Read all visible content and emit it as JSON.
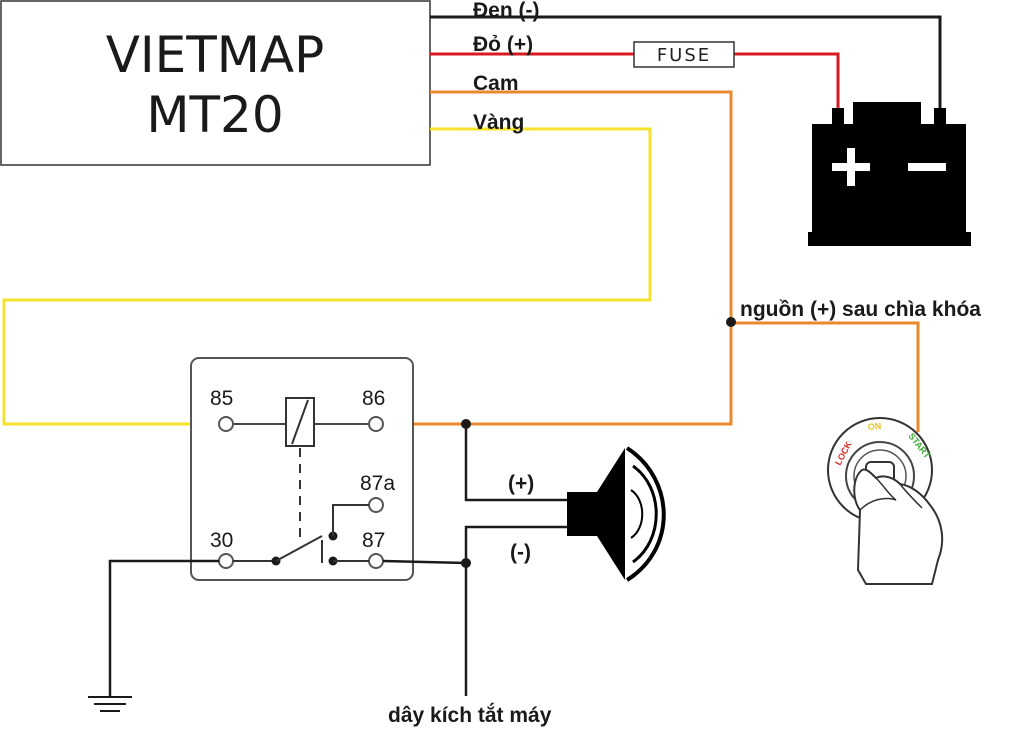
{
  "device": {
    "line1": "VIETMAP",
    "line2": "MT20"
  },
  "wires": {
    "black": "Đen (-)",
    "red": "Đỏ (+)",
    "orange": "Cam",
    "yellow": "Vàng"
  },
  "fuse": "FUSE",
  "ignition_power": "nguồn (+) sau chìa khóa",
  "relay_pins": {
    "p85": "85",
    "p86": "86",
    "p87a": "87a",
    "p30": "30",
    "p87": "87"
  },
  "horn": {
    "plus": "(+)",
    "minus": "(-)"
  },
  "kill_wire": "dây kích tắt máy",
  "ignition_switch": {
    "lock": "LOCK",
    "on": "ON",
    "start": "START"
  },
  "colors": {
    "black_wire": "#1a1a1a",
    "red_wire": "#d71920",
    "orange_wire": "#e8892f",
    "yellow_wire": "#f5e22c",
    "lock_text": "#d9302c",
    "on_text": "#f0c020",
    "start_text": "#3aa935"
  },
  "icons": [
    "battery-icon",
    "horn-speaker-icon",
    "ignition-key-hand-icon",
    "ground-symbol-icon",
    "relay-coil-icon"
  ]
}
